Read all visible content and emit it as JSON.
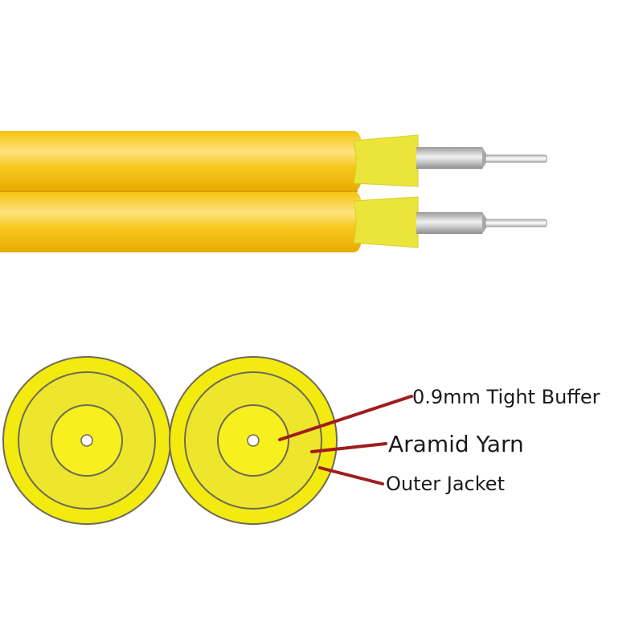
{
  "colors": {
    "jacket": "#f5c20b",
    "jacket_highlight": "#fde07a",
    "jacket_shadow": "#e3a900",
    "yarn": "#e8e337",
    "buffer": "#cfcfcf",
    "fiber": "#fafafa",
    "cross_section_fill": "#f2ea10",
    "cross_section_outline": "#6e6a58",
    "leader_line": "#a11c1c"
  },
  "labels": {
    "tight_buffer": "0.9mm Tight Buffer",
    "aramid_yarn": "Aramid Yarn",
    "outer_jacket": "Outer Jacket"
  }
}
